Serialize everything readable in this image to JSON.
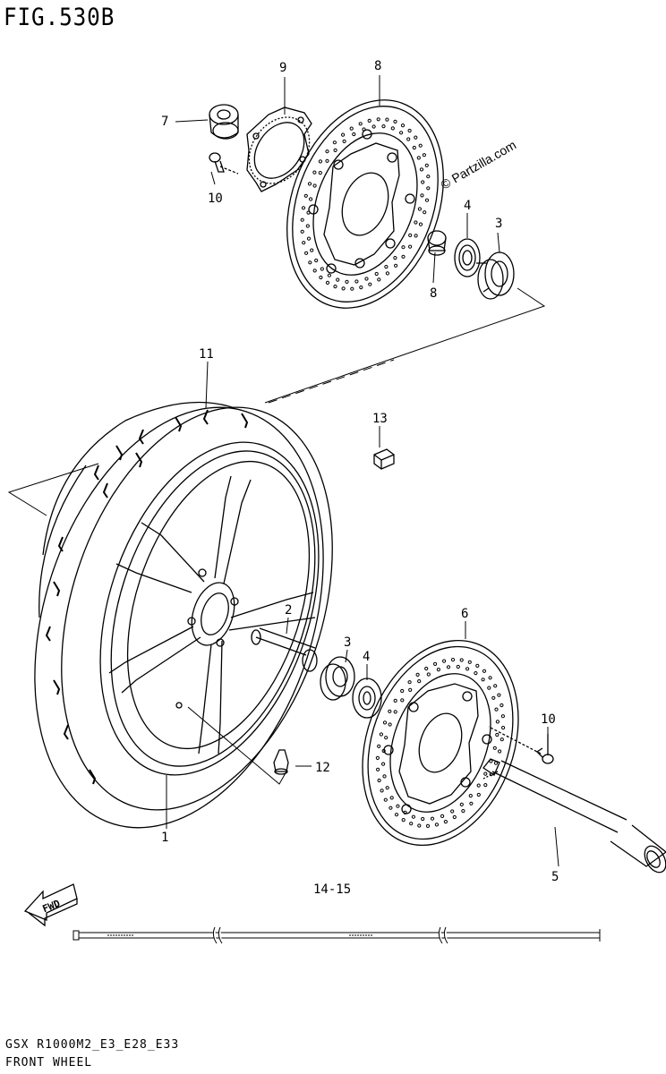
{
  "figure": {
    "title": "FIG.530B",
    "footer_model": "GSX R1000M2_E3_E28_E33",
    "footer_name": "FRONT WHEEL",
    "year_range": "14-15",
    "direction_badge": "FWD",
    "watermark": "© Partzilla.com"
  },
  "callouts": [
    {
      "id": "1",
      "label": "1"
    },
    {
      "id": "2",
      "label": "2"
    },
    {
      "id": "3a",
      "label": "3"
    },
    {
      "id": "3b",
      "label": "3"
    },
    {
      "id": "4a",
      "label": "4"
    },
    {
      "id": "4b",
      "label": "4"
    },
    {
      "id": "5",
      "label": "5"
    },
    {
      "id": "6",
      "label": "6"
    },
    {
      "id": "7",
      "label": "7"
    },
    {
      "id": "8a",
      "label": "8"
    },
    {
      "id": "8b",
      "label": "8"
    },
    {
      "id": "9",
      "label": "9"
    },
    {
      "id": "10a",
      "label": "10"
    },
    {
      "id": "10b",
      "label": "10"
    },
    {
      "id": "11",
      "label": "11"
    },
    {
      "id": "12",
      "label": "12"
    },
    {
      "id": "13",
      "label": "13"
    }
  ],
  "colors": {
    "ink": "#000000",
    "paper": "#ffffff"
  }
}
